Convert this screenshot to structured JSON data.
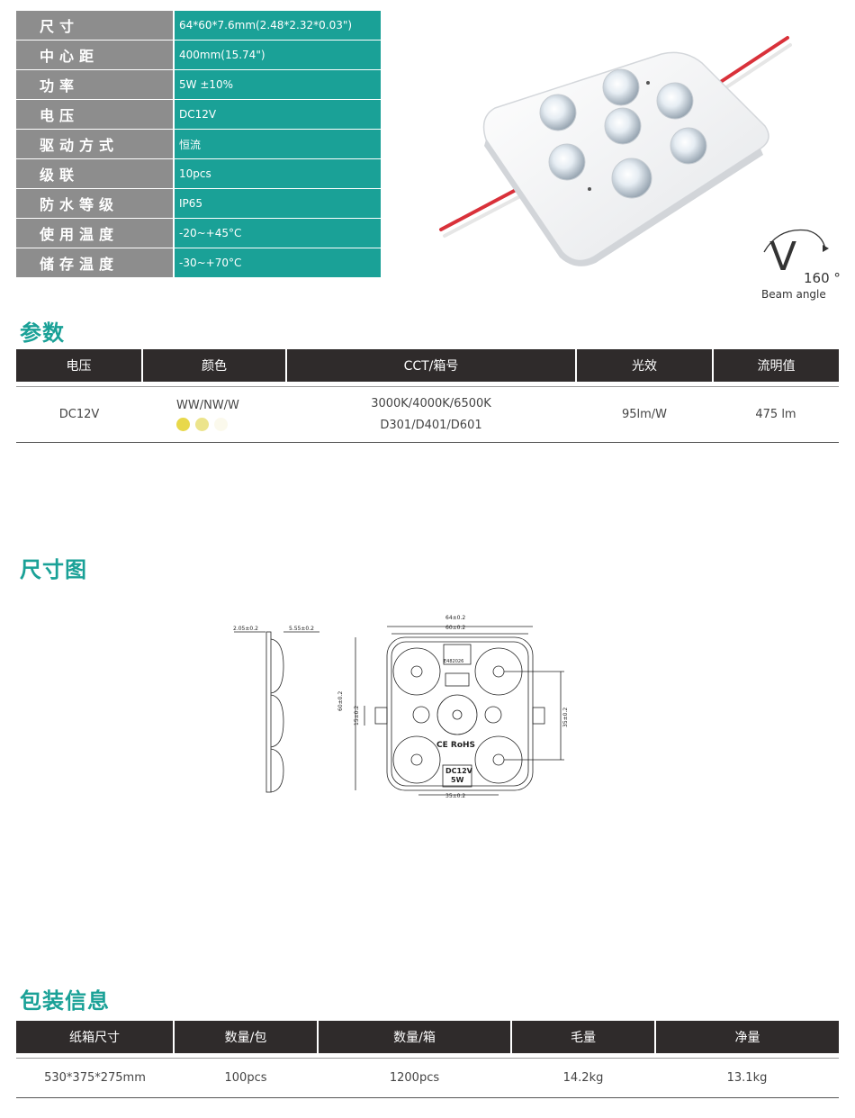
{
  "specs": [
    {
      "label": "尺寸",
      "value": "64*60*7.6mm(2.48*2.32*0.03\")"
    },
    {
      "label": "中心距",
      "value": "400mm(15.74\")"
    },
    {
      "label": "功率",
      "value": " 5W  ±10%"
    },
    {
      "label": "电压",
      "value": "DC12V"
    },
    {
      "label": "驱动方式",
      "value": "恒流"
    },
    {
      "label": "级联",
      "value": "10pcs"
    },
    {
      "label": "防水等级",
      "value": "IP65"
    },
    {
      "label": "使用温度",
      "value": "-20~+45°C"
    },
    {
      "label": "储存温度",
      "value": "-30~+70°C"
    }
  ],
  "beam": {
    "angle": "160 °",
    "label": "Beam angle",
    "glyph": "V"
  },
  "params": {
    "title": "参数",
    "headers": [
      "电压",
      "颜色",
      "CCT/箱号",
      "光效",
      "流明值"
    ],
    "row": {
      "voltage": "DC12V",
      "color": "WW/NW/W",
      "cct": "3000K/4000K/6500K",
      "bin": "D301/D401/D601",
      "efficacy": "95lm/W",
      "lumen": "475 lm"
    },
    "color_swatches": [
      "#e8d84a",
      "#ece48c",
      "#fbf9ec"
    ]
  },
  "dimension": {
    "title": "尺寸图",
    "labels": {
      "side_left": "2.05±0.2",
      "side_right": "5.55±0.2",
      "top_outer": "64±0.2",
      "top_inner": "60±0.2",
      "height_outer": "60±0.2",
      "height_inner": "15±0.2",
      "right_h": "35±0.2",
      "bottom_w": "35±0.2",
      "voltage": "DC12V",
      "power": "5W",
      "cert": "CE RoHS",
      "code": "E482026"
    }
  },
  "packing": {
    "title": "包装信息",
    "headers": [
      "纸箱尺寸",
      "数量/包",
      "数量/箱",
      "毛量",
      "净量"
    ],
    "row": [
      "530*375*275mm",
      "100pcs",
      "1200pcs",
      "14.2kg",
      "13.1kg"
    ]
  }
}
